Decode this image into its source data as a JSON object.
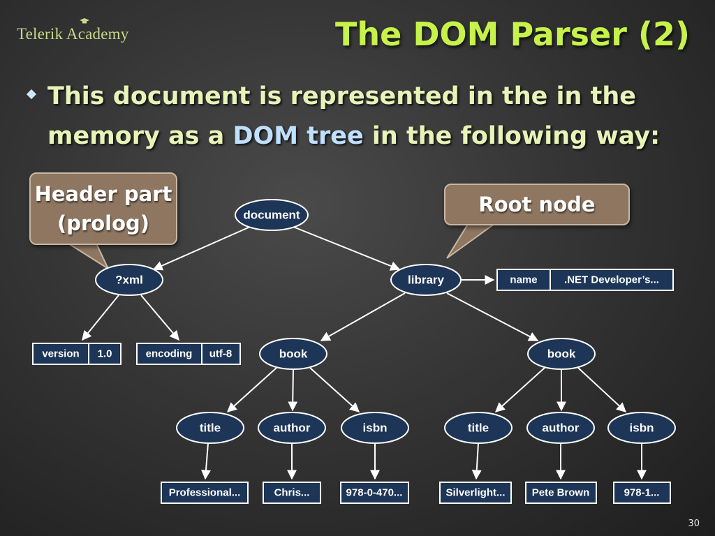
{
  "slide": {
    "brand": "Telerik Academy",
    "title": "The DOM Parser (2)",
    "bullet_part1": "This document is represented in the in the memory as a ",
    "bullet_highlight": "DOM tree",
    "bullet_part2": " in the following way:",
    "callout_prolog_line1": "Header part",
    "callout_prolog_line2": "(prolog)",
    "callout_root": "Root node",
    "page_number": "30"
  },
  "tree": {
    "document": "document",
    "xml": "?xml",
    "library": "library",
    "library_attr_name": "name",
    "library_attr_value": ".NET Developer’s...",
    "xml_version_name": "version",
    "xml_version_value": "1.0",
    "xml_encoding_name": "encoding",
    "xml_encoding_value": "utf-8",
    "book1": {
      "label": "book",
      "title_label": "title",
      "author_label": "author",
      "isbn_label": "isbn",
      "title_value": "Professional...",
      "author_value": "Chris...",
      "isbn_value": "978-0-470..."
    },
    "book2": {
      "label": "book",
      "title_label": "title",
      "author_label": "author",
      "isbn_label": "isbn",
      "title_value": "Silverlight...",
      "author_value": "Pete Brown",
      "isbn_value": "978-1..."
    }
  }
}
